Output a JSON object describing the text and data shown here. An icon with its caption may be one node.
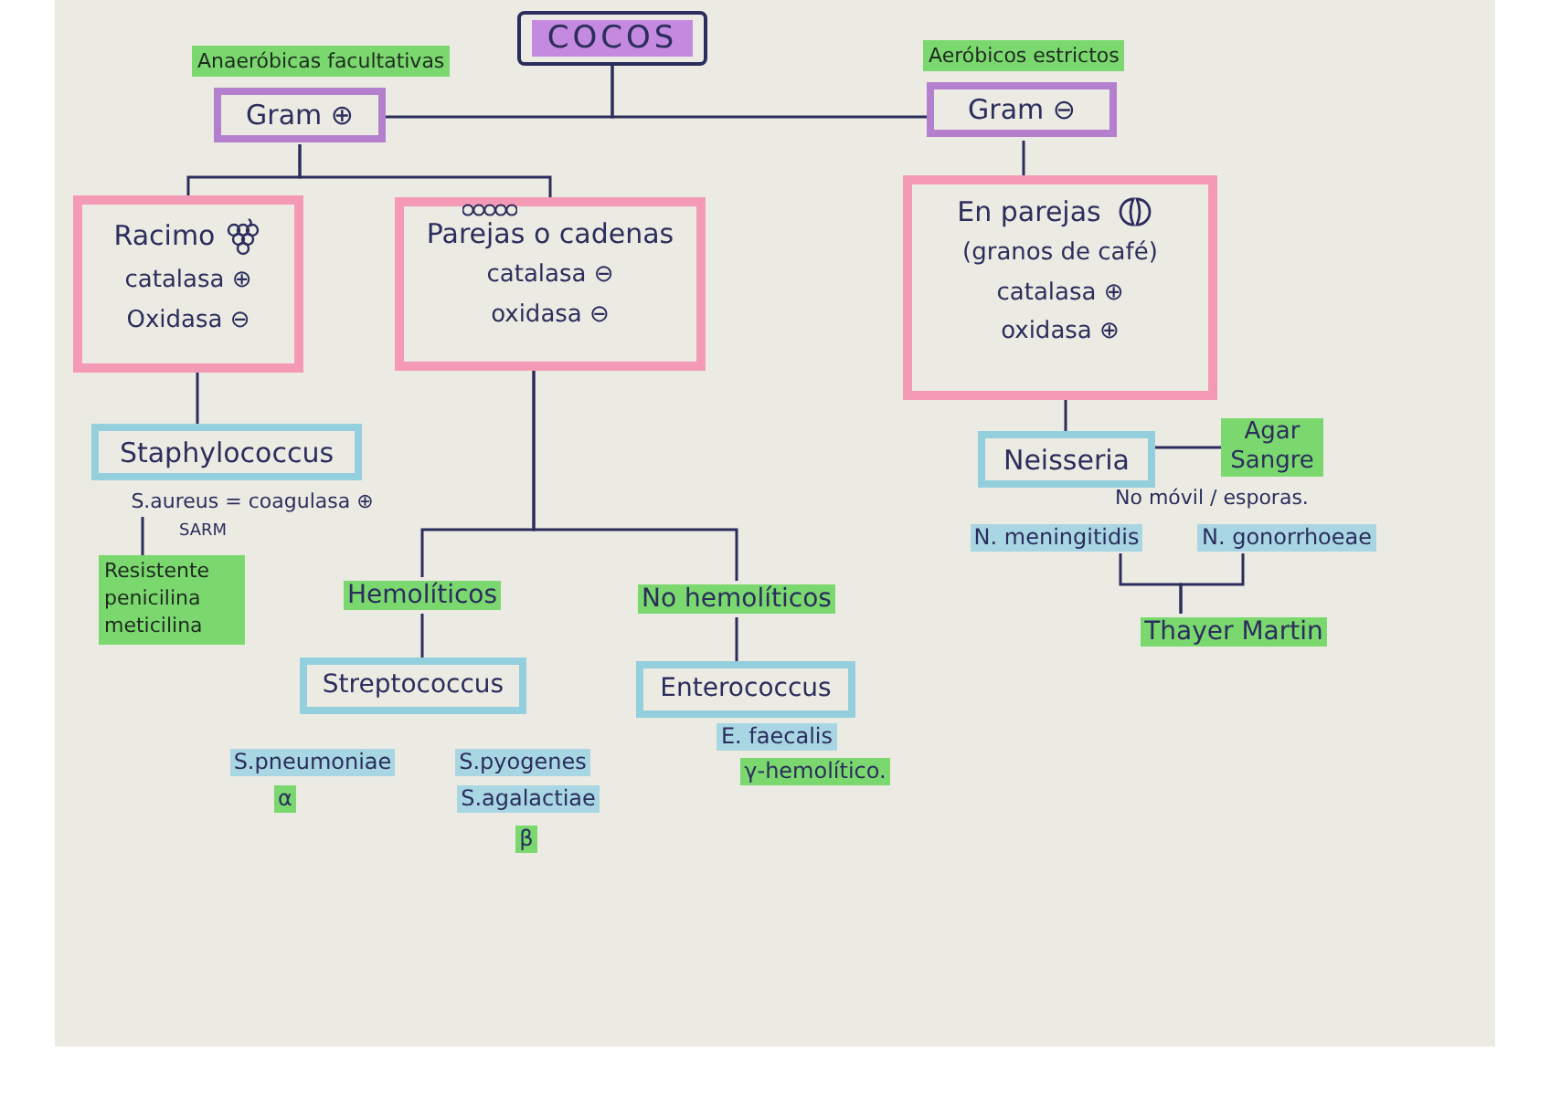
{
  "diagram": {
    "nodes": [
      {
        "text": [
          "COCOS"
        ]
      },
      {
        "text": [
          "Anaeróbicas facultativas",
          "Gram ⊕"
        ]
      },
      {
        "text": [
          "Aeróbicos estrictos",
          "Gram ⊖"
        ]
      },
      {
        "text": [
          "Racimo",
          "catalasa ⊕",
          "Oxidasa ⊖"
        ]
      },
      {
        "text": [
          "Parejas o cadenas",
          "catalasa ⊖",
          "oxidasa ⊖"
        ]
      },
      {
        "text": [
          "En parejas",
          "(granos de café)",
          "catalasa ⊕",
          "oxidasa ⊕"
        ]
      },
      {
        "text": [
          "Staphylococcus"
        ]
      },
      {
        "text": [
          "S.aureus = coagulasa ⊕"
        ]
      },
      {
        "text": [
          "Resistente penicilina meticilina"
        ]
      },
      {
        "text": [
          "Hemolíticos"
        ]
      },
      {
        "text": [
          "No hemolíticos"
        ]
      },
      {
        "text": [
          "Streptococcus"
        ]
      },
      {
        "text": [
          "Enterococcus"
        ]
      },
      {
        "text": [
          "Neisseria"
        ]
      },
      {
        "text": [
          "Agar Sangre"
        ]
      },
      {
        "text": [
          "N. meningitidis"
        ]
      },
      {
        "text": [
          "N. gonorrhoeae"
        ]
      },
      {
        "text": [
          "Thayer Martin"
        ]
      },
      {
        "text": [
          "S.pneumoniae"
        ]
      },
      {
        "text": [
          "S.pyogenes"
        ]
      },
      {
        "text": [
          "α"
        ]
      },
      {
        "text": [
          "S.agalactiae"
        ]
      },
      {
        "text": [
          "β"
        ]
      },
      {
        "text": [
          "E. faecalis"
        ]
      },
      {
        "text": [
          "γ-hemolítico."
        ]
      }
    ],
    "edges": [
      {
        "from": 0,
        "to": 1,
        "arrow": "none"
      },
      {
        "from": 0,
        "to": 2,
        "arrow": "none"
      },
      {
        "from": 1,
        "to": 3,
        "arrow": "none"
      },
      {
        "from": 1,
        "to": 4,
        "arrow": "none"
      },
      {
        "from": 2,
        "to": 5,
        "arrow": "none"
      },
      {
        "from": 3,
        "to": 6,
        "arrow": "none"
      },
      {
        "from": 7,
        "to": 8,
        "arrow": "none"
      },
      {
        "from": 4,
        "to": 9,
        "arrow": "none"
      },
      {
        "from": 4,
        "to": 10,
        "arrow": "none"
      },
      {
        "from": 9,
        "to": 11,
        "arrow": "none"
      },
      {
        "from": 10,
        "to": 12,
        "arrow": "none"
      },
      {
        "from": 5,
        "to": 13,
        "arrow": "none"
      },
      {
        "from": 13,
        "to": 14,
        "arrow": "none"
      },
      {
        "from": 15,
        "to": 17,
        "arrow": "none"
      },
      {
        "from": 16,
        "to": 17,
        "arrow": "none"
      }
    ],
    "labels": [
      "SARM",
      "No móvil / esporas."
    ]
  }
}
